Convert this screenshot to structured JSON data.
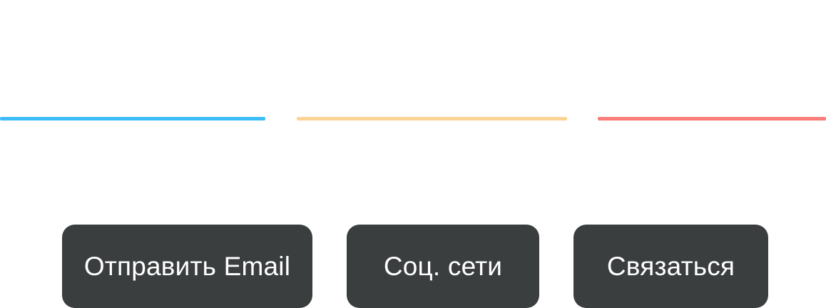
{
  "colors": {
    "background": "#ffffff",
    "button_bg": "#3b3e3f",
    "button_text": "#ffffff",
    "rule_blue": "#3bbcf7",
    "rule_yellow": "#fbd394",
    "rule_red": "#fb7b78"
  },
  "buttons": [
    {
      "label": "Отправить Email"
    },
    {
      "label": "Соц. сети"
    },
    {
      "label": "Связаться"
    }
  ]
}
